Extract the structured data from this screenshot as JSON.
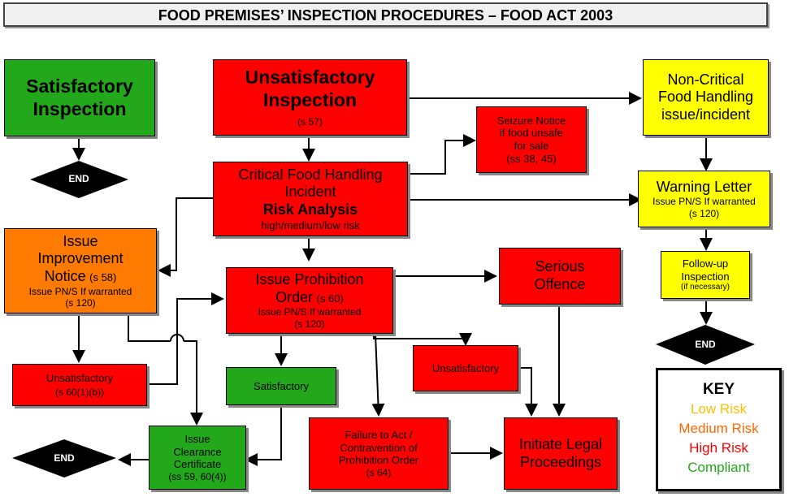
{
  "title": "FOOD PREMISES’ INSPECTION PROCEDURES – FOOD ACT 2003",
  "satisfactory": {
    "line1": "Satisfactory",
    "line2": "Inspection"
  },
  "unsatisfactory": {
    "line1": "Unsatisfactory",
    "line2": "Inspection",
    "ref": "(s 57)"
  },
  "noncritical": {
    "line1": "Non-Critical",
    "line2": "Food Handling",
    "line3": "issue/incident"
  },
  "seizure": {
    "line1": "Seizure Notice",
    "line2": "if food unsafe",
    "line3": "for sale",
    "line4": "(ss 38, 45)"
  },
  "critical": {
    "line1": "Critical Food Handling",
    "line2": "Incident",
    "line3": "Risk Analysis",
    "line4": "high/medium/low risk"
  },
  "warning": {
    "line1": "Warning Letter",
    "line2": "Issue PN/S If warranted",
    "line3": "(s 120)"
  },
  "improvement": {
    "line1": "Issue",
    "line2": "Improvement",
    "line3": "Notice",
    "line3ref": "(s 58)",
    "line4": "Issue PN/S If warranted",
    "line5": "(s 120)"
  },
  "prohibition": {
    "line1": "Issue Prohibition",
    "line2": "Order",
    "line2ref": "(s 60)",
    "line3": "Issue PN/S If warranted",
    "line4": "(s 120)"
  },
  "serious": {
    "line1": "Serious",
    "line2": "Offence"
  },
  "followup": {
    "line1": "Follow-up",
    "line2": "Inspection",
    "line3": "(if necessary)"
  },
  "unsat_left": {
    "line1": "Unsatisfactory",
    "line2": "(s 60(1)(b))"
  },
  "satisfactory_mid": {
    "label": "Satisfactory"
  },
  "unsat_right": {
    "label": "Unsatisfactory"
  },
  "clearance": {
    "line1": "Issue",
    "line2": "Clearance",
    "line3": "Certificate",
    "line4": "(ss 59, 60(4))"
  },
  "failure": {
    "line1": "Failure to Act /",
    "line2": "Contravention of",
    "line3": "Prohibition Order",
    "line4": "(s 64)"
  },
  "legal": {
    "line1": "Initiate Legal",
    "line2": "Proceedings"
  },
  "end_label": "END",
  "key": {
    "title": "KEY",
    "items": [
      {
        "label": "Low Risk",
        "color": "#ffc000"
      },
      {
        "label": "Medium Risk",
        "color": "#ff6600"
      },
      {
        "label": "High Risk",
        "color": "#ff0000"
      },
      {
        "label": "Compliant",
        "color": "#22a81a"
      }
    ]
  },
  "colors": {
    "green": "#22a81a",
    "red": "#ff0000",
    "yellow": "#ffff00",
    "orange": "#ff7a00"
  }
}
